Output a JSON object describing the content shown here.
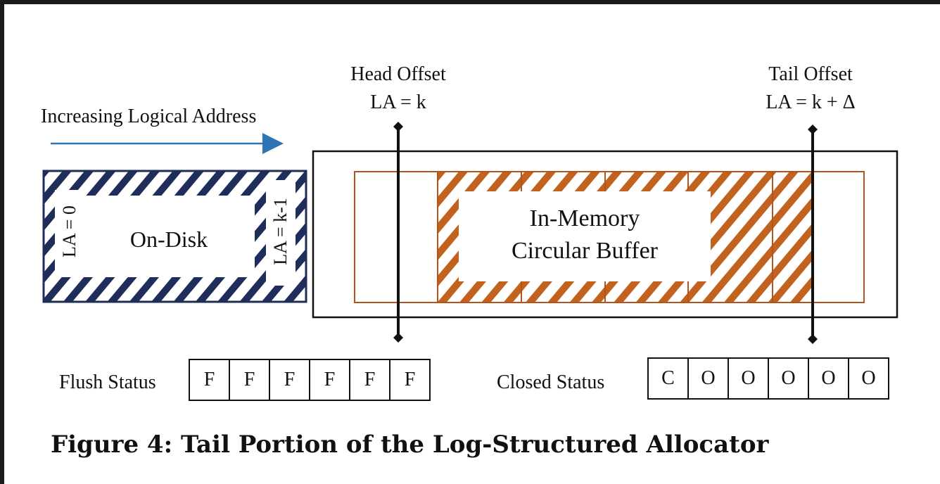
{
  "diagram": {
    "increasing_label": "Increasing Logical Address",
    "on_disk": {
      "label": "On-Disk",
      "left_label": "LA = 0",
      "right_label": "LA = k-1"
    },
    "buffer_label_line1": "In-Memory",
    "buffer_label_line2": "Circular Buffer",
    "head": {
      "title": "Head Offset",
      "value": "LA = k"
    },
    "tail": {
      "title": "Tail Offset",
      "value": "LA = k + Δ"
    },
    "flush_status": {
      "label": "Flush Status",
      "cells": [
        "F",
        "F",
        "F",
        "F",
        "F",
        "F"
      ]
    },
    "closed_status": {
      "label": "Closed Status",
      "cells": [
        "C",
        "O",
        "O",
        "O",
        "O",
        "O"
      ]
    },
    "colors": {
      "disk_hatch": "#1f2d5a",
      "memory_hatch": "#c2621f",
      "arrow": "#2e75b6"
    }
  },
  "caption": "Figure 4: Tail Portion of the Log-Structured Allocator"
}
